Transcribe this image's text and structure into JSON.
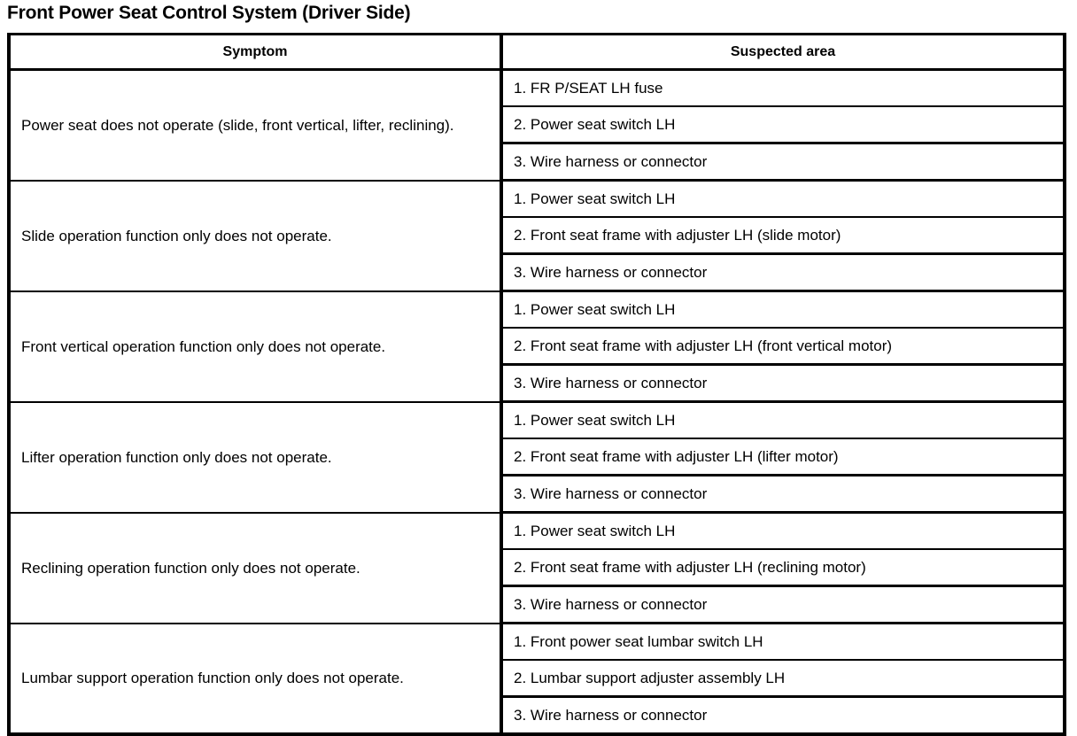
{
  "page": {
    "title": "Front Power Seat Control System (Driver Side)"
  },
  "table": {
    "columns": [
      "Symptom",
      "Suspected area"
    ],
    "rows": [
      {
        "symptom": "Power seat does not operate (slide, front vertical, lifter, reclining).",
        "suspected_area": [
          "1. FR P/SEAT LH fuse",
          "2. Power seat switch LH",
          "3. Wire harness or connector"
        ]
      },
      {
        "symptom": "Slide operation function only does not operate.",
        "suspected_area": [
          "1. Power seat switch LH",
          "2. Front seat frame with adjuster LH (slide motor)",
          "3. Wire harness or connector"
        ]
      },
      {
        "symptom": "Front vertical operation function only does not operate.",
        "suspected_area": [
          "1. Power seat switch LH",
          "2. Front seat frame with adjuster LH (front vertical motor)",
          "3. Wire harness or connector"
        ]
      },
      {
        "symptom": "Lifter operation function only does not operate.",
        "suspected_area": [
          "1. Power seat switch LH",
          "2. Front seat frame with adjuster LH (lifter motor)",
          "3. Wire harness or connector"
        ]
      },
      {
        "symptom": "Reclining operation function only does not operate.",
        "suspected_area": [
          "1. Power seat switch LH",
          "2. Front seat frame with adjuster LH (reclining motor)",
          "3. Wire harness or connector"
        ]
      },
      {
        "symptom": "Lumbar support operation function only does not operate.",
        "suspected_area": [
          "1. Front power seat lumbar switch LH",
          "2. Lumbar support adjuster assembly LH",
          "3. Wire harness or connector"
        ]
      }
    ]
  },
  "colors": {
    "text": "#000000",
    "background": "#ffffff",
    "rule": "#000000"
  }
}
